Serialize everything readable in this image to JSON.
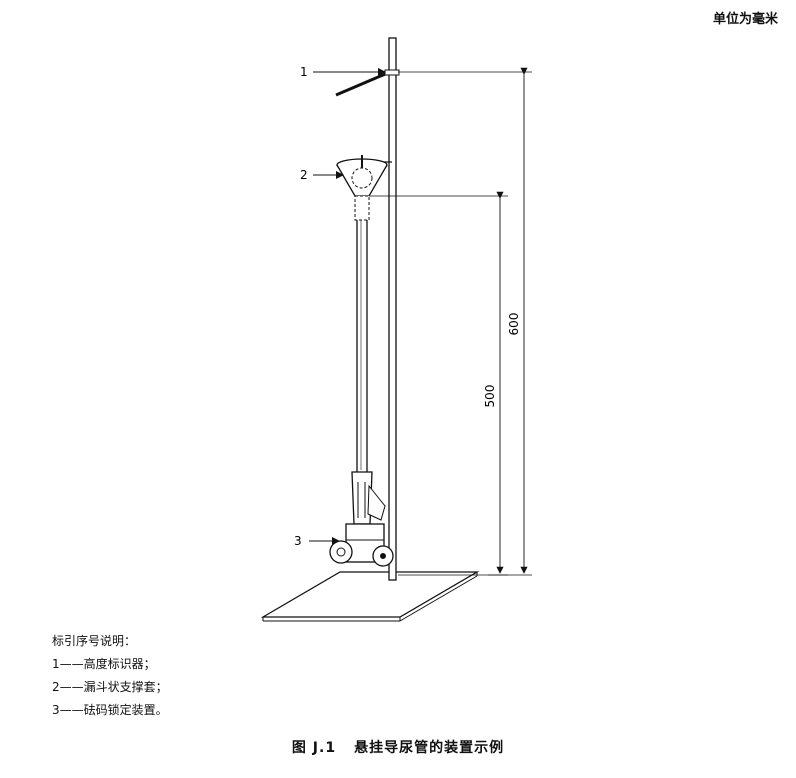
{
  "unit_note": "单位为毫米",
  "callouts": [
    {
      "num": "1"
    },
    {
      "num": "2"
    },
    {
      "num": "3"
    }
  ],
  "dimensions": {
    "outer": "600",
    "inner": "500"
  },
  "legend": {
    "title": "标引序号说明：",
    "items": [
      {
        "text": "1——高度标识器；"
      },
      {
        "text": "2——漏斗状支撑套；"
      },
      {
        "text": "3——砝码锁定装置。"
      }
    ]
  },
  "caption": {
    "label": "图 J.1",
    "title": "悬挂导尿管的装置示例"
  }
}
